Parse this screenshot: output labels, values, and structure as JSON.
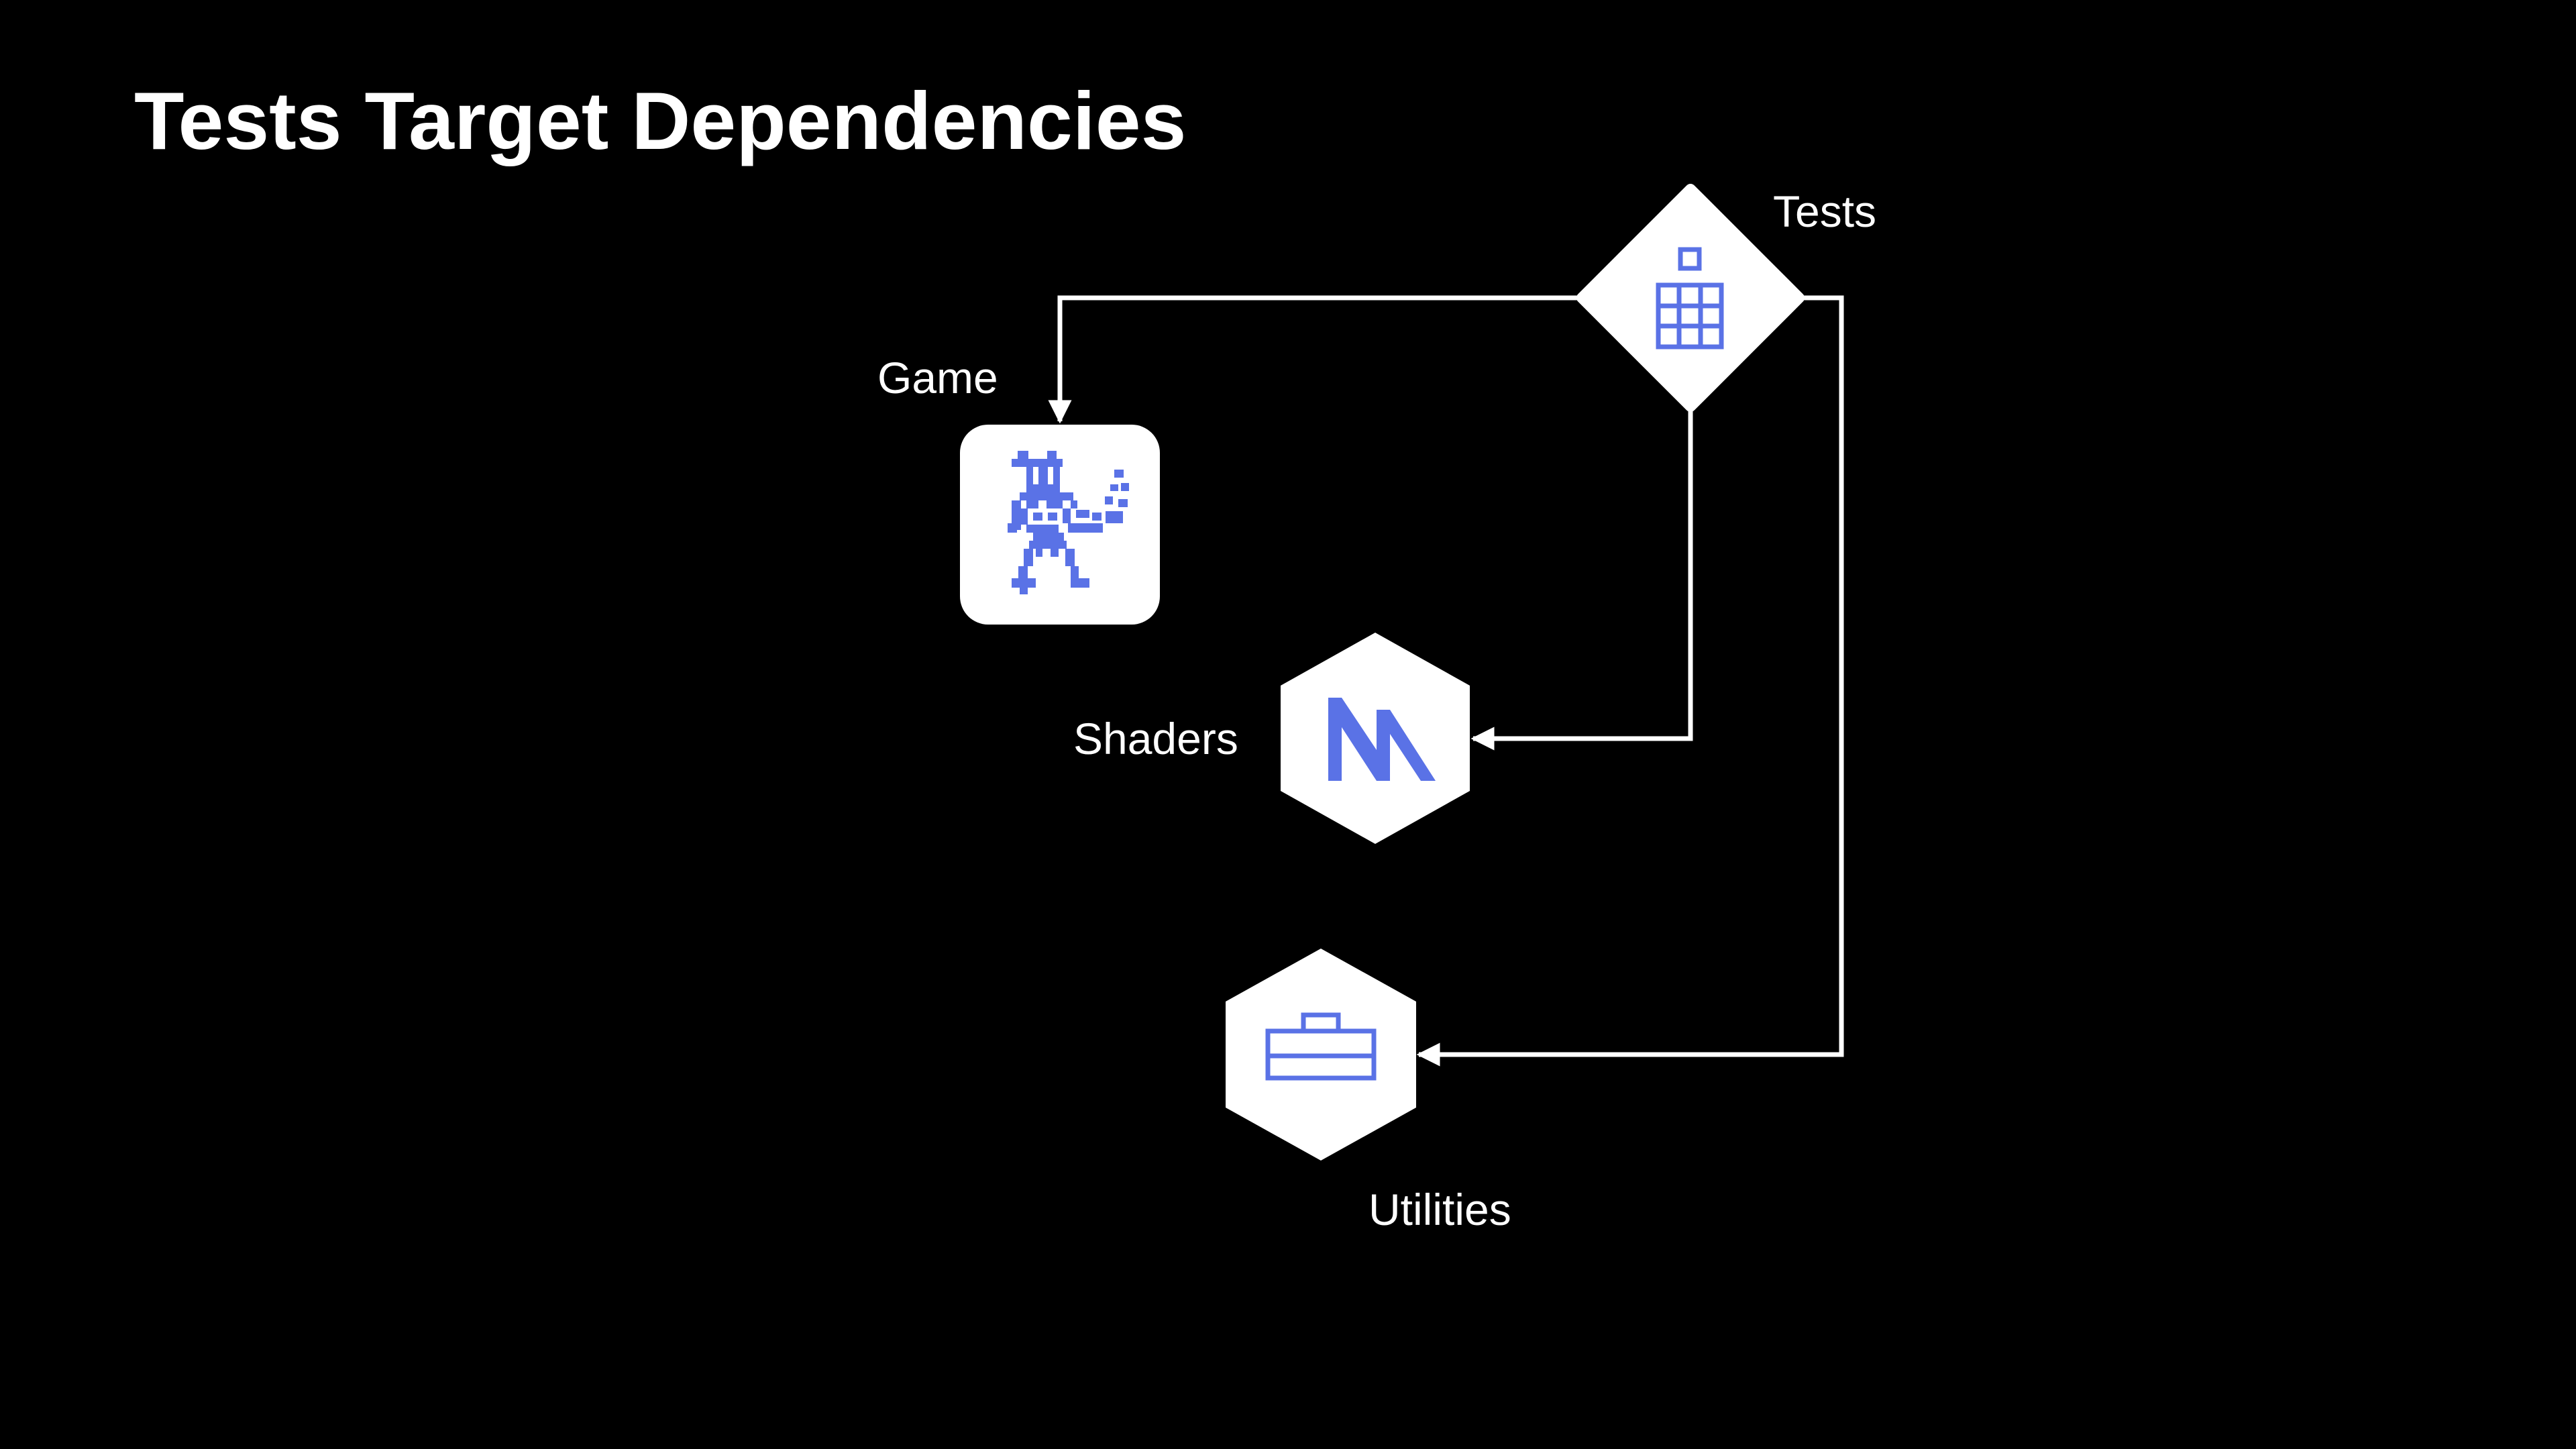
{
  "slide": {
    "title": "Tests Target Dependencies",
    "background_color": "#000000"
  },
  "colors": {
    "node_fill": "#ffffff",
    "icon": "#5a72e6",
    "connector": "#ffffff",
    "label": "#ffffff"
  },
  "nodes": [
    {
      "id": "tests",
      "label": "Tests",
      "shape": "diamond",
      "icon": "test-grid-icon"
    },
    {
      "id": "game",
      "label": "Game",
      "shape": "rounded-square",
      "icon": "pixel-character-icon"
    },
    {
      "id": "shaders",
      "label": "Shaders",
      "shape": "hexagon",
      "icon": "metal-icon"
    },
    {
      "id": "utilities",
      "label": "Utilities",
      "shape": "hexagon",
      "icon": "toolbox-icon"
    }
  ],
  "edges": [
    {
      "from": "tests",
      "to": "game"
    },
    {
      "from": "tests",
      "to": "shaders"
    },
    {
      "from": "tests",
      "to": "utilities"
    }
  ]
}
